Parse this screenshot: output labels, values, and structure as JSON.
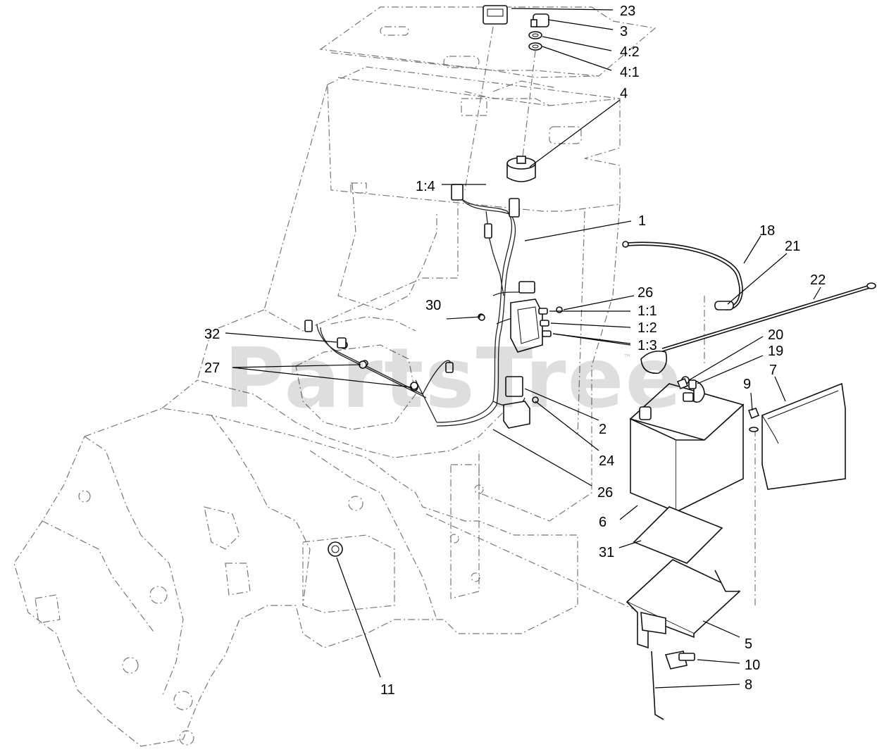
{
  "watermark": {
    "text": "PartsTree",
    "trademark": "™"
  },
  "callouts": [
    {
      "id": "c23",
      "label": "23"
    },
    {
      "id": "c3",
      "label": "3"
    },
    {
      "id": "c4-2",
      "label": "4:2"
    },
    {
      "id": "c4-1",
      "label": "4:1"
    },
    {
      "id": "c4",
      "label": "4"
    },
    {
      "id": "c1",
      "label": "1"
    },
    {
      "id": "c1-4",
      "label": "1:4"
    },
    {
      "id": "c18",
      "label": "18"
    },
    {
      "id": "c21",
      "label": "21"
    },
    {
      "id": "c22",
      "label": "22"
    },
    {
      "id": "c26a",
      "label": "26"
    },
    {
      "id": "c1-1",
      "label": "1:1"
    },
    {
      "id": "c1-2",
      "label": "1:2"
    },
    {
      "id": "c1-3",
      "label": "1:3"
    },
    {
      "id": "c30",
      "label": "30"
    },
    {
      "id": "c32",
      "label": "32"
    },
    {
      "id": "c27",
      "label": "27"
    },
    {
      "id": "c20",
      "label": "20"
    },
    {
      "id": "c19",
      "label": "19"
    },
    {
      "id": "c9",
      "label": "9"
    },
    {
      "id": "c7",
      "label": "7"
    },
    {
      "id": "c2",
      "label": "2"
    },
    {
      "id": "c24",
      "label": "24"
    },
    {
      "id": "c26b",
      "label": "26"
    },
    {
      "id": "c6",
      "label": "6"
    },
    {
      "id": "c31",
      "label": "31"
    },
    {
      "id": "c5",
      "label": "5"
    },
    {
      "id": "c10",
      "label": "10"
    },
    {
      "id": "c8",
      "label": "8"
    },
    {
      "id": "c11",
      "label": "11"
    }
  ]
}
